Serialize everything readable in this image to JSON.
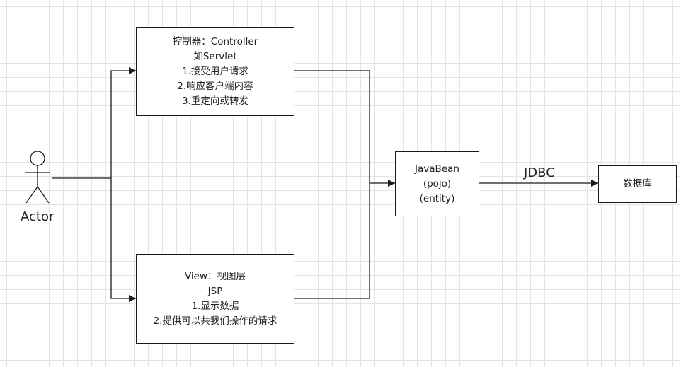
{
  "actor": {
    "label": "Actor"
  },
  "controller_box": {
    "lines": [
      "控制器：Controller",
      "如Servlet",
      "1.接受用户请求",
      "2.响应客户端内容",
      "3.重定向或转发"
    ]
  },
  "view_box": {
    "lines": [
      "View：视图层",
      "JSP",
      "1.显示数据",
      "2.提供可以共我们操作的请求"
    ]
  },
  "javabean_box": {
    "lines": [
      "JavaBean",
      "(pojo)",
      "(entity)"
    ]
  },
  "database_box": {
    "label": "数据库"
  },
  "jdbc_label": "JDBC",
  "colors": {
    "stroke": "#1a1a1a",
    "grid": "#e4e4e4",
    "background": "#ffffff"
  }
}
